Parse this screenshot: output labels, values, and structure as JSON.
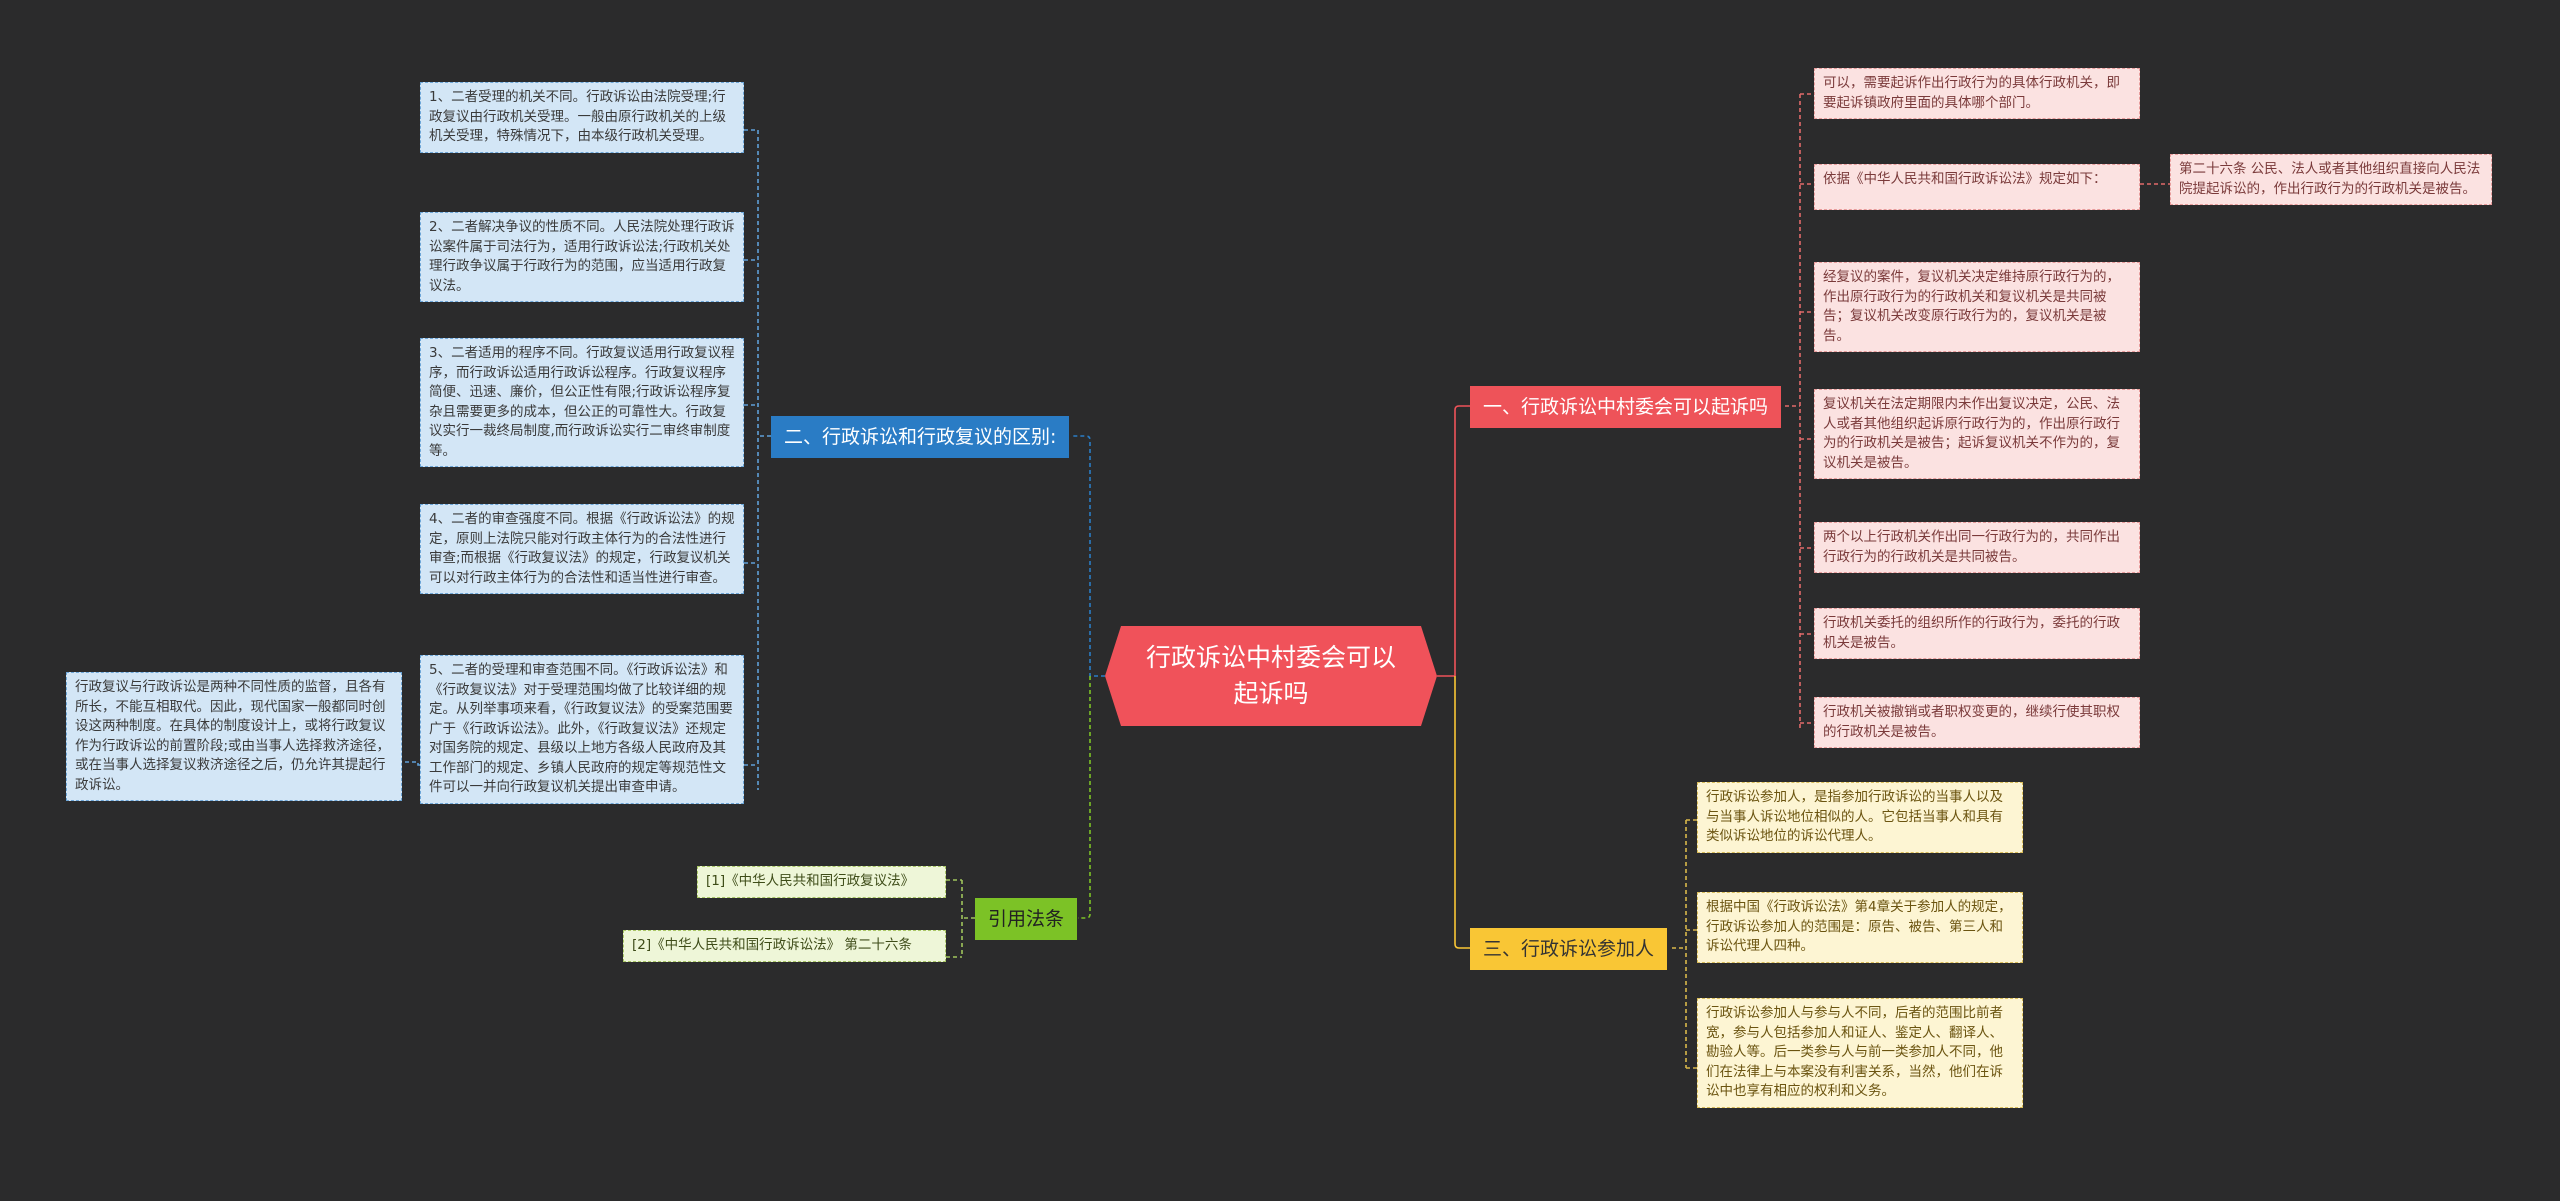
{
  "root": {
    "text": "行政诉讼中村委会可以起诉吗"
  },
  "branches": {
    "b1": {
      "label": "一、行政诉讼中村委会可以起诉吗",
      "items": [
        "可以，需要起诉作出行政行为的具体行政机关，即要起诉镇政府里面的具体哪个部门。",
        "依据《中华人民共和国行政诉讼法》规定如下：",
        "经复议的案件，复议机关决定维持原行政行为的，作出原行政行为的行政机关和复议机关是共同被告；复议机关改变原行政行为的，复议机关是被告。",
        "复议机关在法定期限内未作出复议决定，公民、法人或者其他组织起诉原行政行为的，作出原行政行为的行政机关是被告；起诉复议机关不作为的，复议机关是被告。",
        "两个以上行政机关作出同一行政行为的，共同作出行政行为的行政机关是共同被告。",
        "行政机关委托的组织所作的行政行为，委托的行政机关是被告。",
        "行政机关被撤销或者职权变更的，继续行使其职权的行政机关是被告。"
      ],
      "sub": "第二十六条 公民、法人或者其他组织直接向人民法院提起诉讼的，作出行政行为的行政机关是被告。"
    },
    "b2": {
      "label": "二、行政诉讼和行政复议的区别:",
      "items": [
        "1、二者受理的机关不同。行政诉讼由法院受理;行政复议由行政机关受理。一般由原行政机关的上级机关受理，特殊情况下，由本级行政机关受理。",
        "2、二者解决争议的性质不同。人民法院处理行政诉讼案件属于司法行为，适用行政诉讼法;行政机关处理行政争议属于行政行为的范围，应当适用行政复议法。",
        "3、二者适用的程序不同。行政复议适用行政复议程序，而行政诉讼适用行政诉讼程序。行政复议程序简便、迅速、廉价，但公正性有限;行政诉讼程序复杂且需要更多的成本，但公正的可靠性大。行政复议实行一裁终局制度,而行政诉讼实行二审终审制度等。",
        "4、二者的审查强度不同。根据《行政诉讼法》的规定，原则上法院只能对行政主体行为的合法性进行审查;而根据《行政复议法》的规定，行政复议机关可以对行政主体行为的合法性和适当性进行审查。",
        "5、二者的受理和审查范围不同。《行政诉讼法》和《行政复议法》对于受理范围均做了比较详细的规定。从列举事项来看，《行政复议法》的受案范围要广于《行政诉讼法》。此外，《行政复议法》还规定对国务院的规定、县级以上地方各级人民政府及其工作部门的规定、乡镇人民政府的规定等规范性文件可以一并向行政复议机关提出审查申请。"
      ],
      "side": "行政复议与行政诉讼是两种不同性质的监督，且各有所长，不能互相取代。因此，现代国家一般都同时创设这两种制度。在具体的制度设计上，或将行政复议作为行政诉讼的前置阶段;或由当事人选择救济途径，或在当事人选择复议救济途径之后，仍允许其提起行政诉讼。"
    },
    "b3": {
      "label": "三、行政诉讼参加人",
      "items": [
        "行政诉讼参加人，是指参加行政诉讼的当事人以及与当事人诉讼地位相似的人。它包括当事人和具有类似诉讼地位的诉讼代理人。",
        "根据中国《行政诉讼法》第4章关于参加人的规定，行政诉讼参加人的范围是：原告、被告、第三人和诉讼代理人四种。",
        "行政诉讼参加人与参与人不同，后者的范围比前者宽，参与人包括参加人和证人、鉴定人、翻译人、勘验人等。后一类参与人与前一类参加人不同，他们在法律上与本案没有利害关系，当然，他们在诉讼中也享有相应的权利和义务。"
      ]
    },
    "b4": {
      "label": "引用法条",
      "items": [
        "[1]《中华人民共和国行政复议法》",
        "[2]《中华人民共和国行政诉讼法》 第二十六条"
      ]
    }
  },
  "colors": {
    "background": "#2b2b2c",
    "root": "#f0525a",
    "branch_red": "#ee5359",
    "branch_blue": "#2a7cc5",
    "branch_yellow": "#f9c635",
    "branch_green": "#7cc226"
  }
}
